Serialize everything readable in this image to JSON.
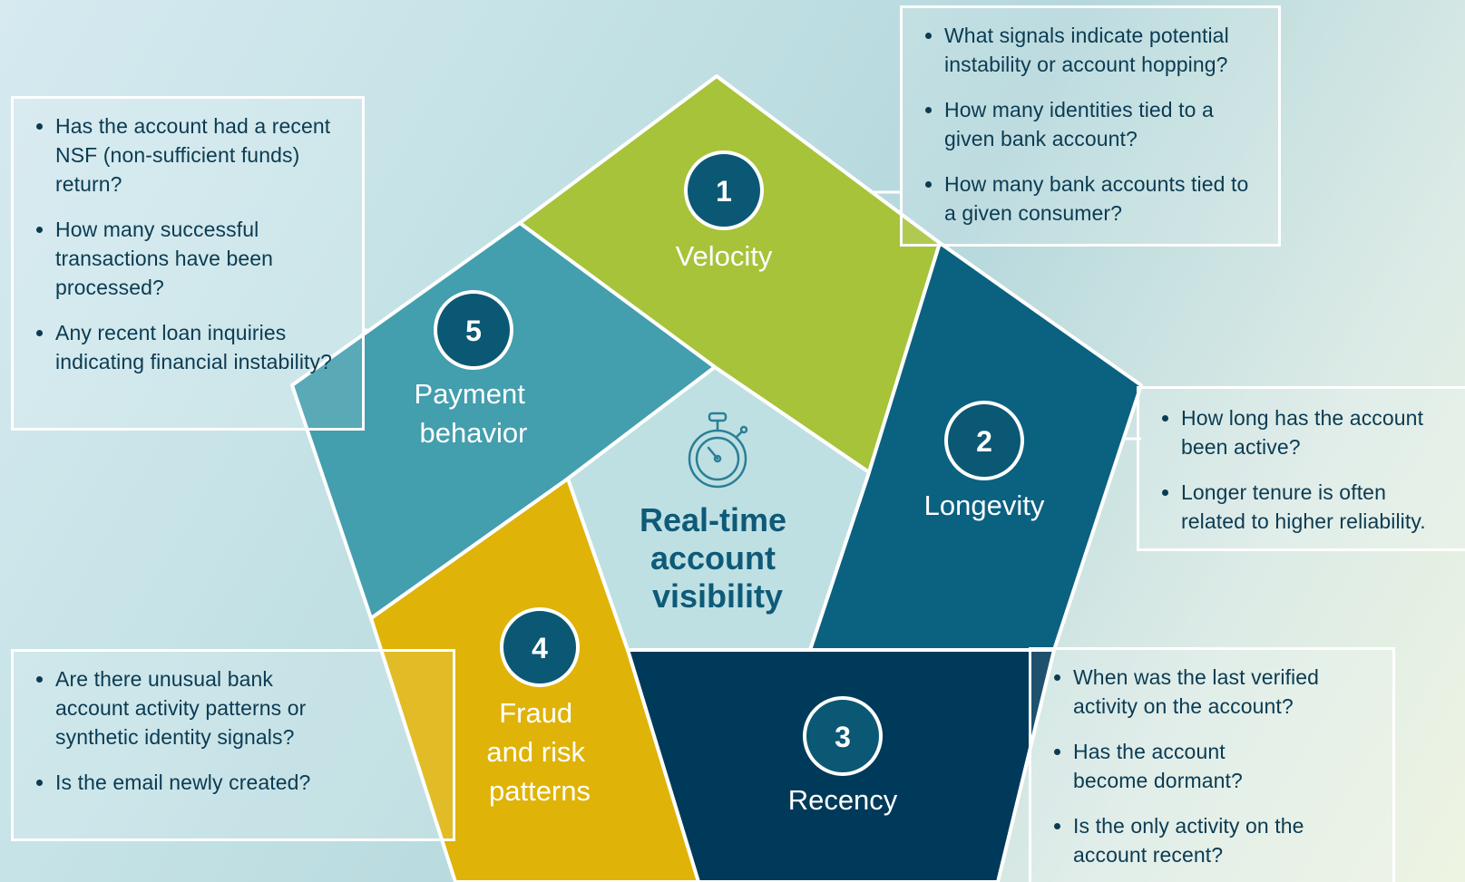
{
  "center": {
    "title_lines": [
      "Real-time",
      "account",
      "visibility"
    ],
    "icon": "stopwatch-icon"
  },
  "segments": [
    {
      "number": "1",
      "title_lines": [
        "Velocity"
      ],
      "color": "#a6c33a"
    },
    {
      "number": "2",
      "title_lines": [
        "Longevity"
      ],
      "color": "#0b6180"
    },
    {
      "number": "3",
      "title_lines": [
        "Recency"
      ],
      "color": "#003a5a"
    },
    {
      "number": "4",
      "title_lines": [
        "Fraud",
        "and risk",
        "patterns"
      ],
      "color": "#dfb308"
    },
    {
      "number": "5",
      "title_lines": [
        "Payment",
        "behavior"
      ],
      "color": "#439ead"
    }
  ],
  "colors": {
    "center_fill": "#bfe0e3",
    "circle_fill": "#0b5874",
    "outline": "#ffffff",
    "text": "#0b3b52"
  },
  "boxes": {
    "velocity": [
      "What signals indicate potential instability or account hopping?",
      "How many identities tied to a given bank account?",
      "How many bank accounts tied to a given consumer?"
    ],
    "longevity": [
      "How long has the account been active?",
      "Longer tenure is often related to higher reliability."
    ],
    "recency": [
      "When was the last verified activity on the account?",
      "Has the account become dormant?",
      "Is the only activity on the account recent?"
    ],
    "fraud": [
      "Are there unusual bank account activity patterns or synthetic identity signals?",
      "Is the email newly created?"
    ],
    "payment": [
      "Has the account had a recent NSF (non-sufficient funds) return?",
      "How many successful transactions have been processed?",
      "Any recent loan inquiries indicating financial instability?"
    ]
  }
}
